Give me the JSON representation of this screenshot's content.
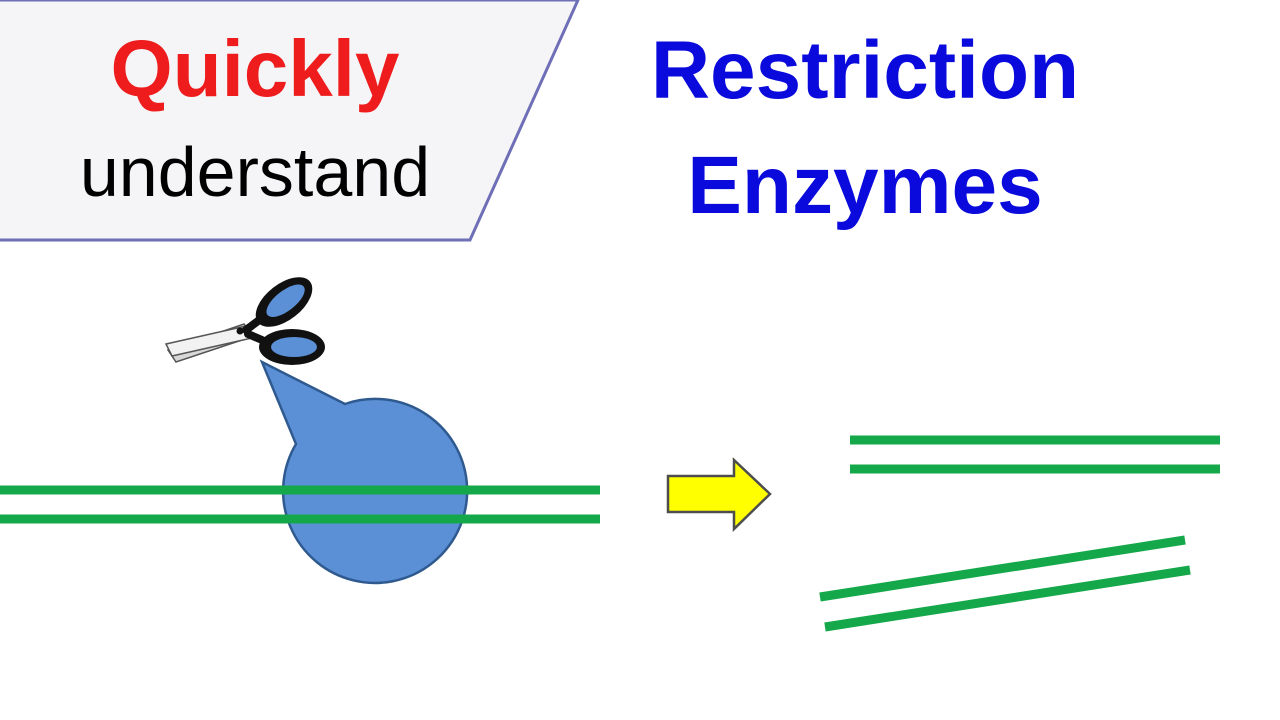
{
  "banner": {
    "line1": "Quickly",
    "line2": "understand",
    "line1_color": "#ee1c1c",
    "line2_color": "#000000",
    "fill_color": "#f5f5f7",
    "border_color": "#6f6fb8"
  },
  "title": {
    "line1": "Restriction",
    "line2": "Enzymes",
    "color": "#0a0adc"
  },
  "enzyme": {
    "icon": "scissors-icon",
    "fill_color": "#5b8fd6",
    "border_color": "#2f5a8f"
  },
  "dna": {
    "strand_color": "#14a84a"
  },
  "arrow": {
    "icon": "right-arrow-icon",
    "fill_color": "#ffff00",
    "border_color": "#4d4d4d"
  }
}
